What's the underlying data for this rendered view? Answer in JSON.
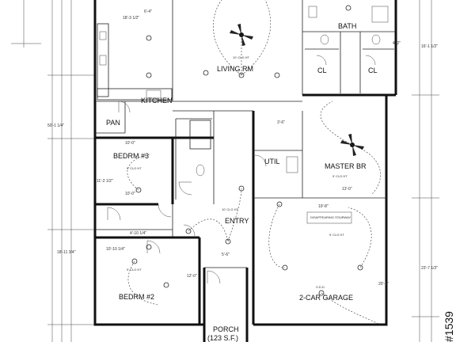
{
  "rooms": {
    "living": "LIVING RM",
    "kitchen": "KITCHEN",
    "pan": "PAN",
    "bath_top": "BATH",
    "cl_left": "CL",
    "cl_right": "CL",
    "bedrm3": "BEDRM #3",
    "util": "UTIL",
    "master": "MASTER BR",
    "entry": "ENTRY",
    "bedrm2": "BEDRM #2",
    "garage": "2-CAR GARAGE",
    "porch": "PORCH",
    "porch_area": "(123 S.F.)"
  },
  "dims": {
    "living_top": "18'-3 1/2\"",
    "kitchen_left": "6'-4\"",
    "kitchen_top": "10'-0\"",
    "bedrm3_w": "10'-0\"",
    "bedrm3_h": "11'-2 1/2\"",
    "bedrm2_w": "10'-10 1/4\"",
    "bedrm2_h": "12'-0\"",
    "hall_w": "4'-10 1/4\"",
    "master_w": "13'-0\"",
    "garage_w": "19'-8\"",
    "garage_h": "20'-1\"",
    "entry_w": "5'-6\"",
    "left_total": "50'-1 1/4\"",
    "left_lower": "18'-11 3/4\"",
    "right_upper": "16'-1 1/2\"",
    "right_lower": "23'-7 1/2\"",
    "bath_w": "4'-2\"",
    "util_w": "3'-6\""
  },
  "notes": {
    "clg_ht_living": "10' CLG HT",
    "clg_ht_master": "9' CLG HT",
    "clg_ht_bed3": "9' CLG HT",
    "clg_ht_bed2": "9' CLG HT",
    "clg_ht_garage": "9' CLG HT",
    "clg_ht_entry": "10' CLG HT",
    "disappearing_stairway": "DISAPPEARING STAIRWAY",
    "sdd": "S.D.D."
  },
  "sheet_number": "#1539"
}
